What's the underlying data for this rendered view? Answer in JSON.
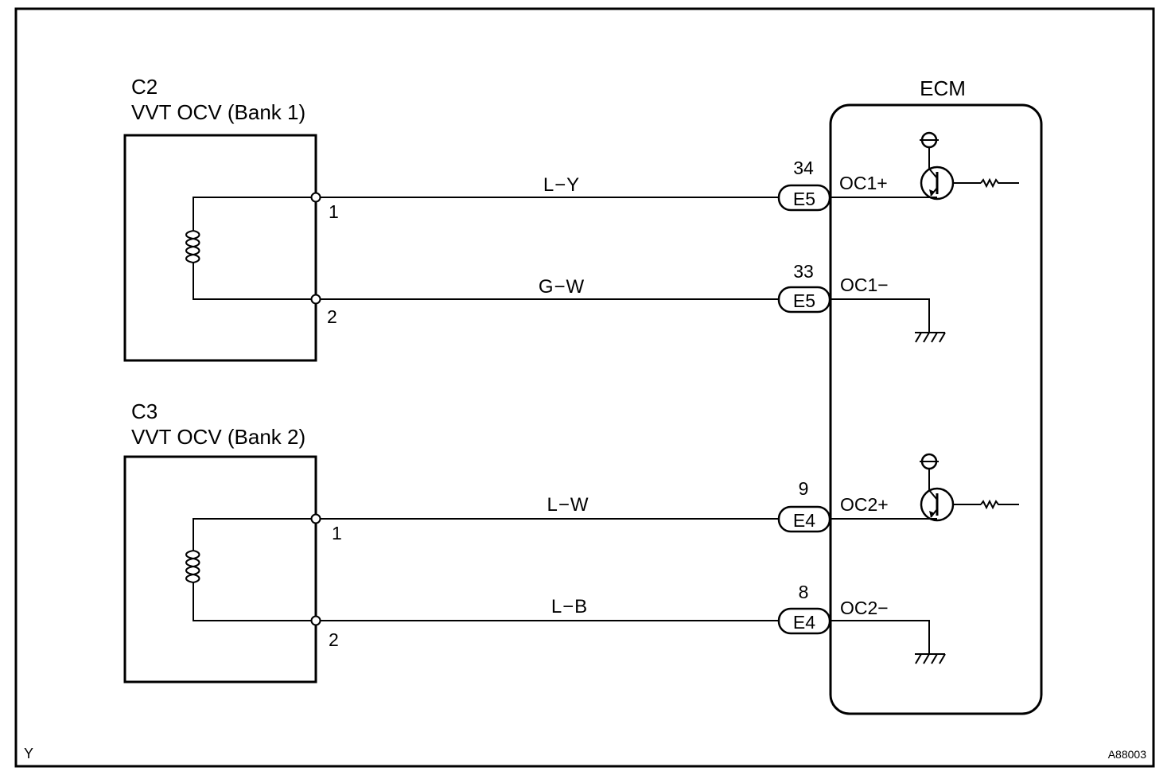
{
  "diagram": {
    "corner_left": "Y",
    "corner_right": "A88003",
    "ecm": {
      "title": "ECM"
    },
    "components": [
      {
        "code": "C2",
        "name": "VVT OCV (Bank 1)",
        "pins": [
          "1",
          "2"
        ],
        "wires": [
          {
            "color": "L−Y",
            "ecm_pin": "34",
            "connector": "E5",
            "terminal": "OC1+"
          },
          {
            "color": "G−W",
            "ecm_pin": "33",
            "connector": "E5",
            "terminal": "OC1−"
          }
        ]
      },
      {
        "code": "C3",
        "name": "VVT OCV (Bank 2)",
        "pins": [
          "1",
          "2"
        ],
        "wires": [
          {
            "color": "L−W",
            "ecm_pin": "9",
            "connector": "E4",
            "terminal": "OC2+"
          },
          {
            "color": "L−B",
            "ecm_pin": "8",
            "connector": "E4",
            "terminal": "OC2−"
          }
        ]
      }
    ]
  }
}
